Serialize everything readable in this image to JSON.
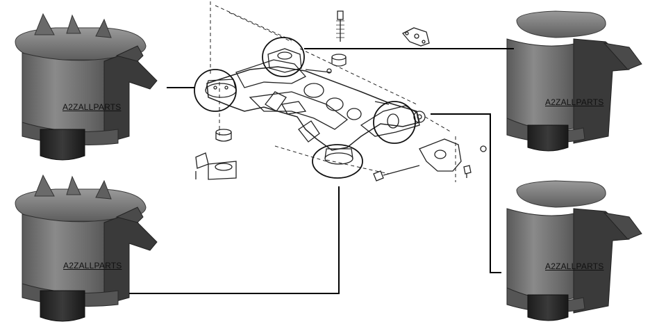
{
  "watermarks": {
    "top_left": "A2ZALLPARTS",
    "bottom_left": "A2ZALLPARTS",
    "top_right": "A2ZALLPARTS",
    "bottom_right": "A2ZALLPARTS"
  },
  "colors": {
    "bushing_body": "#6f6f6f",
    "bushing_flange": "#7a7a7a",
    "bushing_rubber": "#2b2b2b",
    "leader_line": "#000000",
    "drawing_line": "#222222"
  }
}
